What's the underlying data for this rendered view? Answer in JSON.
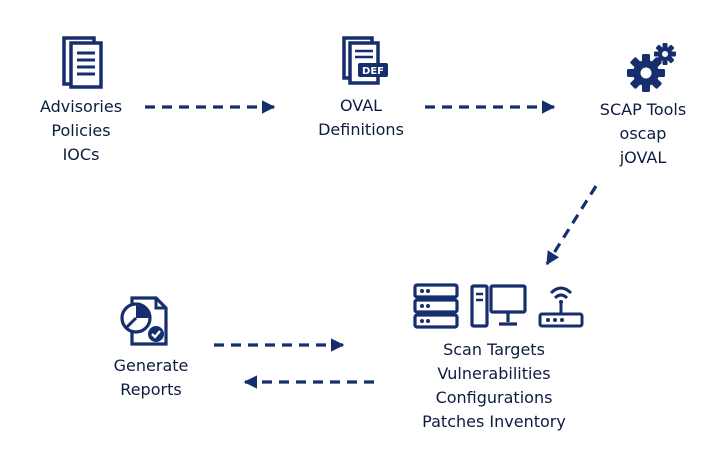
{
  "colors": {
    "primary": "#162d6e",
    "text": "#0d1b40",
    "background": "#ffffff"
  },
  "nodes": {
    "sources": {
      "icon": "document-stack-icon",
      "lines": [
        "Advisories",
        "Policies",
        "IOCs"
      ]
    },
    "oval": {
      "icon": "def-file-icon",
      "icon_text": "DEF",
      "lines": [
        "OVAL",
        "Definitions"
      ]
    },
    "tools": {
      "icon": "gears-icon",
      "lines": [
        "SCAP Tools",
        "oscap",
        "jOVAL"
      ]
    },
    "targets": {
      "icons": [
        "server-icon",
        "desktop-computer-icon",
        "router-icon"
      ],
      "lines": [
        "Scan Targets",
        "Vulnerabilities",
        "Configurations",
        "Patches Inventory"
      ]
    },
    "reports": {
      "icon": "report-chart-check-icon",
      "lines": [
        "Generate",
        "Reports"
      ]
    }
  },
  "arrows": [
    {
      "from": "sources",
      "to": "oval",
      "style": "dashed"
    },
    {
      "from": "oval",
      "to": "tools",
      "style": "dashed"
    },
    {
      "from": "tools",
      "to": "targets",
      "style": "dashed"
    },
    {
      "from": "reports",
      "to": "targets",
      "style": "dashed"
    },
    {
      "from": "targets",
      "to": "reports",
      "style": "dashed"
    }
  ]
}
